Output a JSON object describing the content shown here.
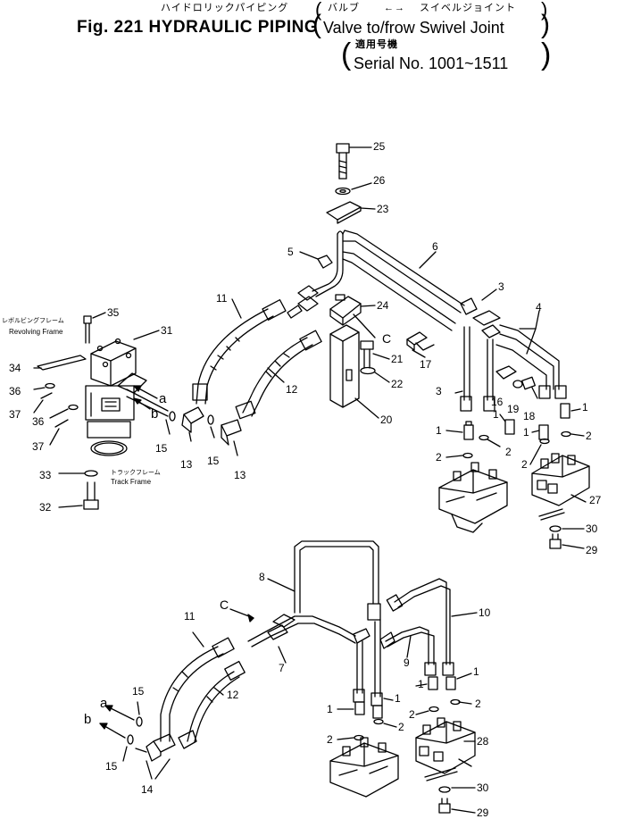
{
  "title": {
    "jp_main": "ハイドロリックパイピング",
    "jp_valve": "バルブ",
    "arrow": "←→",
    "jp_swivel": "スイベルジョイント",
    "fig_label": "Fig. 221 HYDRAULIC PIPING",
    "subtitle": "Valve to/frow Swivel Joint",
    "jp_serial": "適用号機",
    "serial": "Serial No. 1001~1511"
  },
  "annotations": {
    "revolving_jp": "レボルビングフレーム",
    "revolving_en": "Revolving Frame",
    "track_jp": "トラックフレーム",
    "track_en": "Track Frame",
    "ref_a": "a",
    "ref_b": "b",
    "ref_c": "C"
  },
  "callouts": [
    {
      "id": "c25a",
      "text": "25"
    },
    {
      "id": "c26a",
      "text": "26"
    },
    {
      "id": "c23a",
      "text": "23"
    },
    {
      "id": "c5a",
      "text": "5"
    },
    {
      "id": "c6a",
      "text": "6"
    },
    {
      "id": "c3a",
      "text": "3"
    },
    {
      "id": "c4a",
      "text": "4"
    },
    {
      "id": "c11a",
      "text": "11"
    },
    {
      "id": "c24a",
      "text": "24"
    },
    {
      "id": "c35a",
      "text": "35"
    },
    {
      "id": "c31a",
      "text": "31"
    },
    {
      "id": "c34a",
      "text": "34"
    },
    {
      "id": "c36a",
      "text": "36"
    },
    {
      "id": "c37a",
      "text": "37"
    },
    {
      "id": "c36b",
      "text": "36"
    },
    {
      "id": "c37b",
      "text": "37"
    },
    {
      "id": "c21a",
      "text": "21"
    },
    {
      "id": "c17a",
      "text": "17"
    },
    {
      "id": "c22a",
      "text": "22"
    },
    {
      "id": "c12a",
      "text": "12"
    },
    {
      "id": "c3b",
      "text": "3"
    },
    {
      "id": "c16a",
      "text": "16"
    },
    {
      "id": "c19a",
      "text": "19"
    },
    {
      "id": "c18a",
      "text": "18"
    },
    {
      "id": "c1a",
      "text": "1"
    },
    {
      "id": "c1b",
      "text": "1"
    },
    {
      "id": "c1c",
      "text": "1"
    },
    {
      "id": "c2a",
      "text": "2"
    },
    {
      "id": "c2b",
      "text": "2"
    },
    {
      "id": "c2c",
      "text": "2"
    },
    {
      "id": "c1d",
      "text": "1"
    },
    {
      "id": "c2d",
      "text": "2"
    },
    {
      "id": "c20a",
      "text": "20"
    },
    {
      "id": "c15a",
      "text": "15"
    },
    {
      "id": "c15b",
      "text": "15"
    },
    {
      "id": "c13a",
      "text": "13"
    },
    {
      "id": "c13b",
      "text": "13"
    },
    {
      "id": "c33a",
      "text": "33"
    },
    {
      "id": "c32a",
      "text": "32"
    },
    {
      "id": "c27a",
      "text": "27"
    },
    {
      "id": "c30a",
      "text": "30"
    },
    {
      "id": "c29a",
      "text": "29"
    },
    {
      "id": "c8a",
      "text": "8"
    },
    {
      "id": "c10a",
      "text": "10"
    },
    {
      "id": "c11b",
      "text": "11"
    },
    {
      "id": "c7a",
      "text": "7"
    },
    {
      "id": "c9a",
      "text": "9"
    },
    {
      "id": "c12b",
      "text": "12"
    },
    {
      "id": "c1e",
      "text": "1"
    },
    {
      "id": "c1f",
      "text": "1"
    },
    {
      "id": "c2e",
      "text": "2"
    },
    {
      "id": "c2f",
      "text": "2"
    },
    {
      "id": "c15c",
      "text": "15"
    },
    {
      "id": "c15d",
      "text": "15"
    },
    {
      "id": "c1g",
      "text": "1"
    },
    {
      "id": "c1h",
      "text": "1"
    },
    {
      "id": "c2g",
      "text": "2"
    },
    {
      "id": "c2h",
      "text": "2"
    },
    {
      "id": "c28a",
      "text": "28"
    },
    {
      "id": "c14a",
      "text": "14"
    },
    {
      "id": "c30b",
      "text": "30"
    },
    {
      "id": "c29b",
      "text": "29"
    }
  ]
}
